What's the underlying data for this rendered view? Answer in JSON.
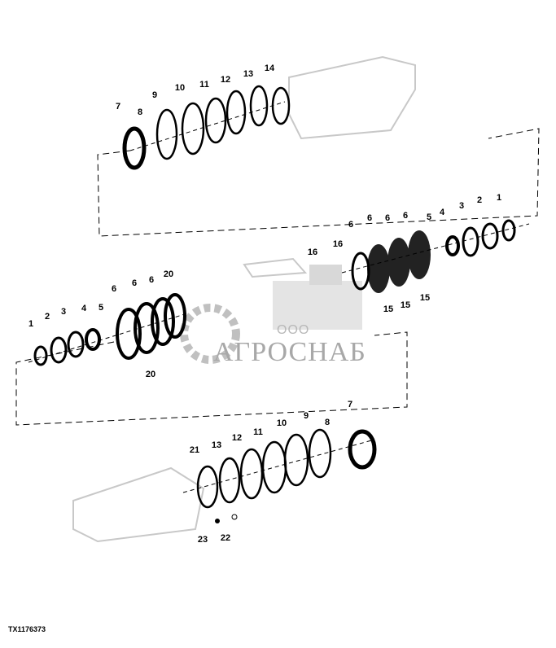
{
  "figure_id": "TX1176373",
  "watermark": {
    "prefix": "ООО",
    "name": "АГРОСНАБ"
  },
  "callouts": {
    "top": [
      "7",
      "8",
      "9",
      "10",
      "11",
      "12",
      "13",
      "14"
    ],
    "right": [
      "1",
      "2",
      "3",
      "4",
      "5",
      "6",
      "6",
      "6",
      "6",
      "16",
      "16",
      "15",
      "15",
      "15"
    ],
    "left": [
      "1",
      "2",
      "3",
      "4",
      "5",
      "6",
      "6",
      "6",
      "20",
      "20"
    ],
    "bottom": [
      "7",
      "8",
      "9",
      "10",
      "11",
      "12",
      "13",
      "21",
      "22",
      "23"
    ]
  },
  "colors": {
    "ink": "#000000",
    "ghost": "#c8c8c8"
  }
}
